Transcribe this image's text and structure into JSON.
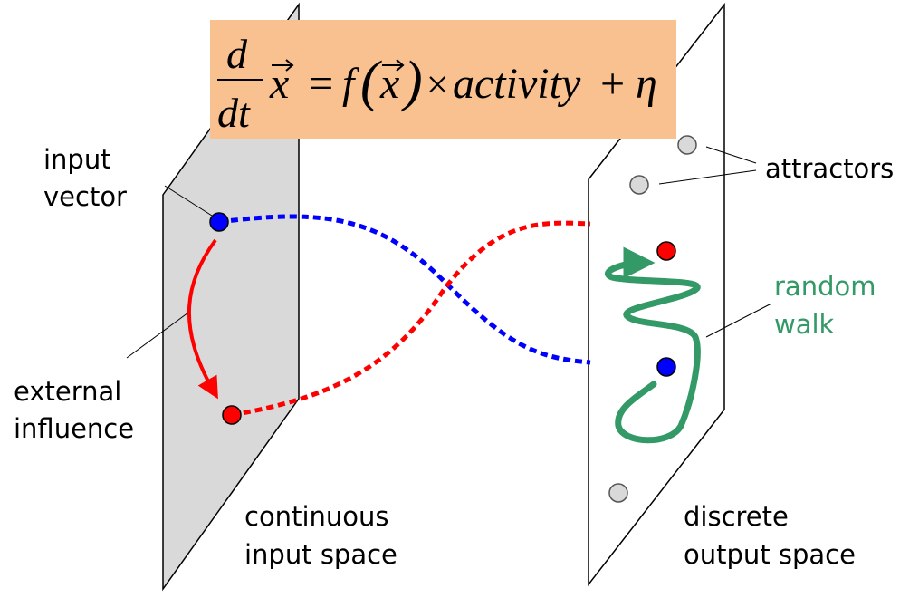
{
  "equation": {
    "numerator": "d",
    "denominator": "dt",
    "lhs_var": "x",
    "equals": "=",
    "func": "f",
    "arg": "x",
    "times": "×",
    "activity": "activity",
    "plus": "+",
    "noise": "η",
    "box_color": "#f9c090"
  },
  "labels": {
    "input_vector": [
      "input",
      "vector"
    ],
    "external_influence": [
      "external",
      "influence"
    ],
    "attractors": "attractors",
    "random_walk": [
      "random",
      "walk"
    ],
    "continuous_input_space": [
      "continuous",
      "input space"
    ],
    "discrete_output_space": [
      "discrete",
      "output space"
    ]
  },
  "colors": {
    "input_plane": "#d9d9d9",
    "blue": "#0000ff",
    "red": "#ff0000",
    "green": "#339966",
    "attractor": "#d9d9d9"
  }
}
